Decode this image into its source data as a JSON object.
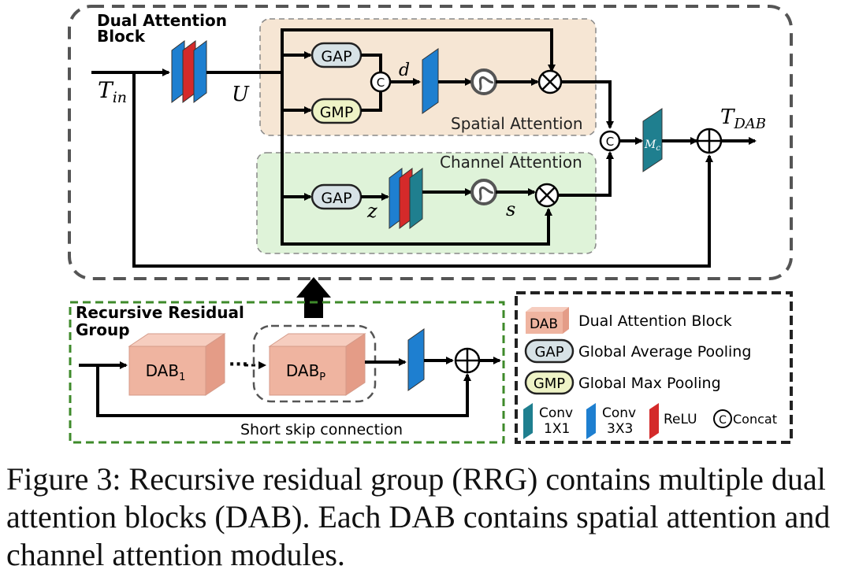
{
  "colors": {
    "spatial_bg": "#f6e6d4",
    "channel_bg": "#dff3d9",
    "gap_fill": "#d7e2e6",
    "gmp_fill": "#eef3c6",
    "dab_fill": "#efb4a0",
    "conv3x3": "#1e7fd0",
    "conv1x1": "#1f7f8f",
    "relu": "#d42a2a",
    "rrg_border": "#3e8a2a"
  },
  "dab": {
    "title_line1": "Dual Attention",
    "title_line2": "Block",
    "t_in": "T",
    "t_in_sub": "in",
    "u_label": "U",
    "gap_label": "GAP",
    "gmp_label": "GMP",
    "concat_label": "C",
    "d_label": "d",
    "z_label": "z",
    "s_label": "s",
    "mc_label": "M",
    "mc_sub": "c",
    "t_dab": "T",
    "t_dab_sub": "DAB",
    "spatial_attention": "Spatial Attention",
    "channel_attention": "Channel Attention"
  },
  "rrg": {
    "title_line1": "Recursive Residual",
    "title_line2": "Group",
    "dab1": "DAB",
    "dab1_sub": "1",
    "dabp": "DAB",
    "dabp_sub": "P",
    "dots": "···",
    "skip_label": "Short skip connection"
  },
  "legend": {
    "dab_abbr": "DAB",
    "dab_text": "Dual Attention Block",
    "gap_abbr": "GAP",
    "gap_text": "Global Average Pooling",
    "gmp_abbr": "GMP",
    "gmp_text": "Global Max Pooling",
    "conv1_line1": "Conv",
    "conv1_line2": "1X1",
    "conv3_line1": "Conv",
    "conv3_line2": "3X3",
    "relu_text": "ReLU",
    "concat_symbol": "C",
    "concat_text": "Concat"
  },
  "caption": "Figure 3: Recursive residual group (RRG) contains multiple dual attention blocks (DAB). Each DAB contains spatial attention and channel attention modules."
}
